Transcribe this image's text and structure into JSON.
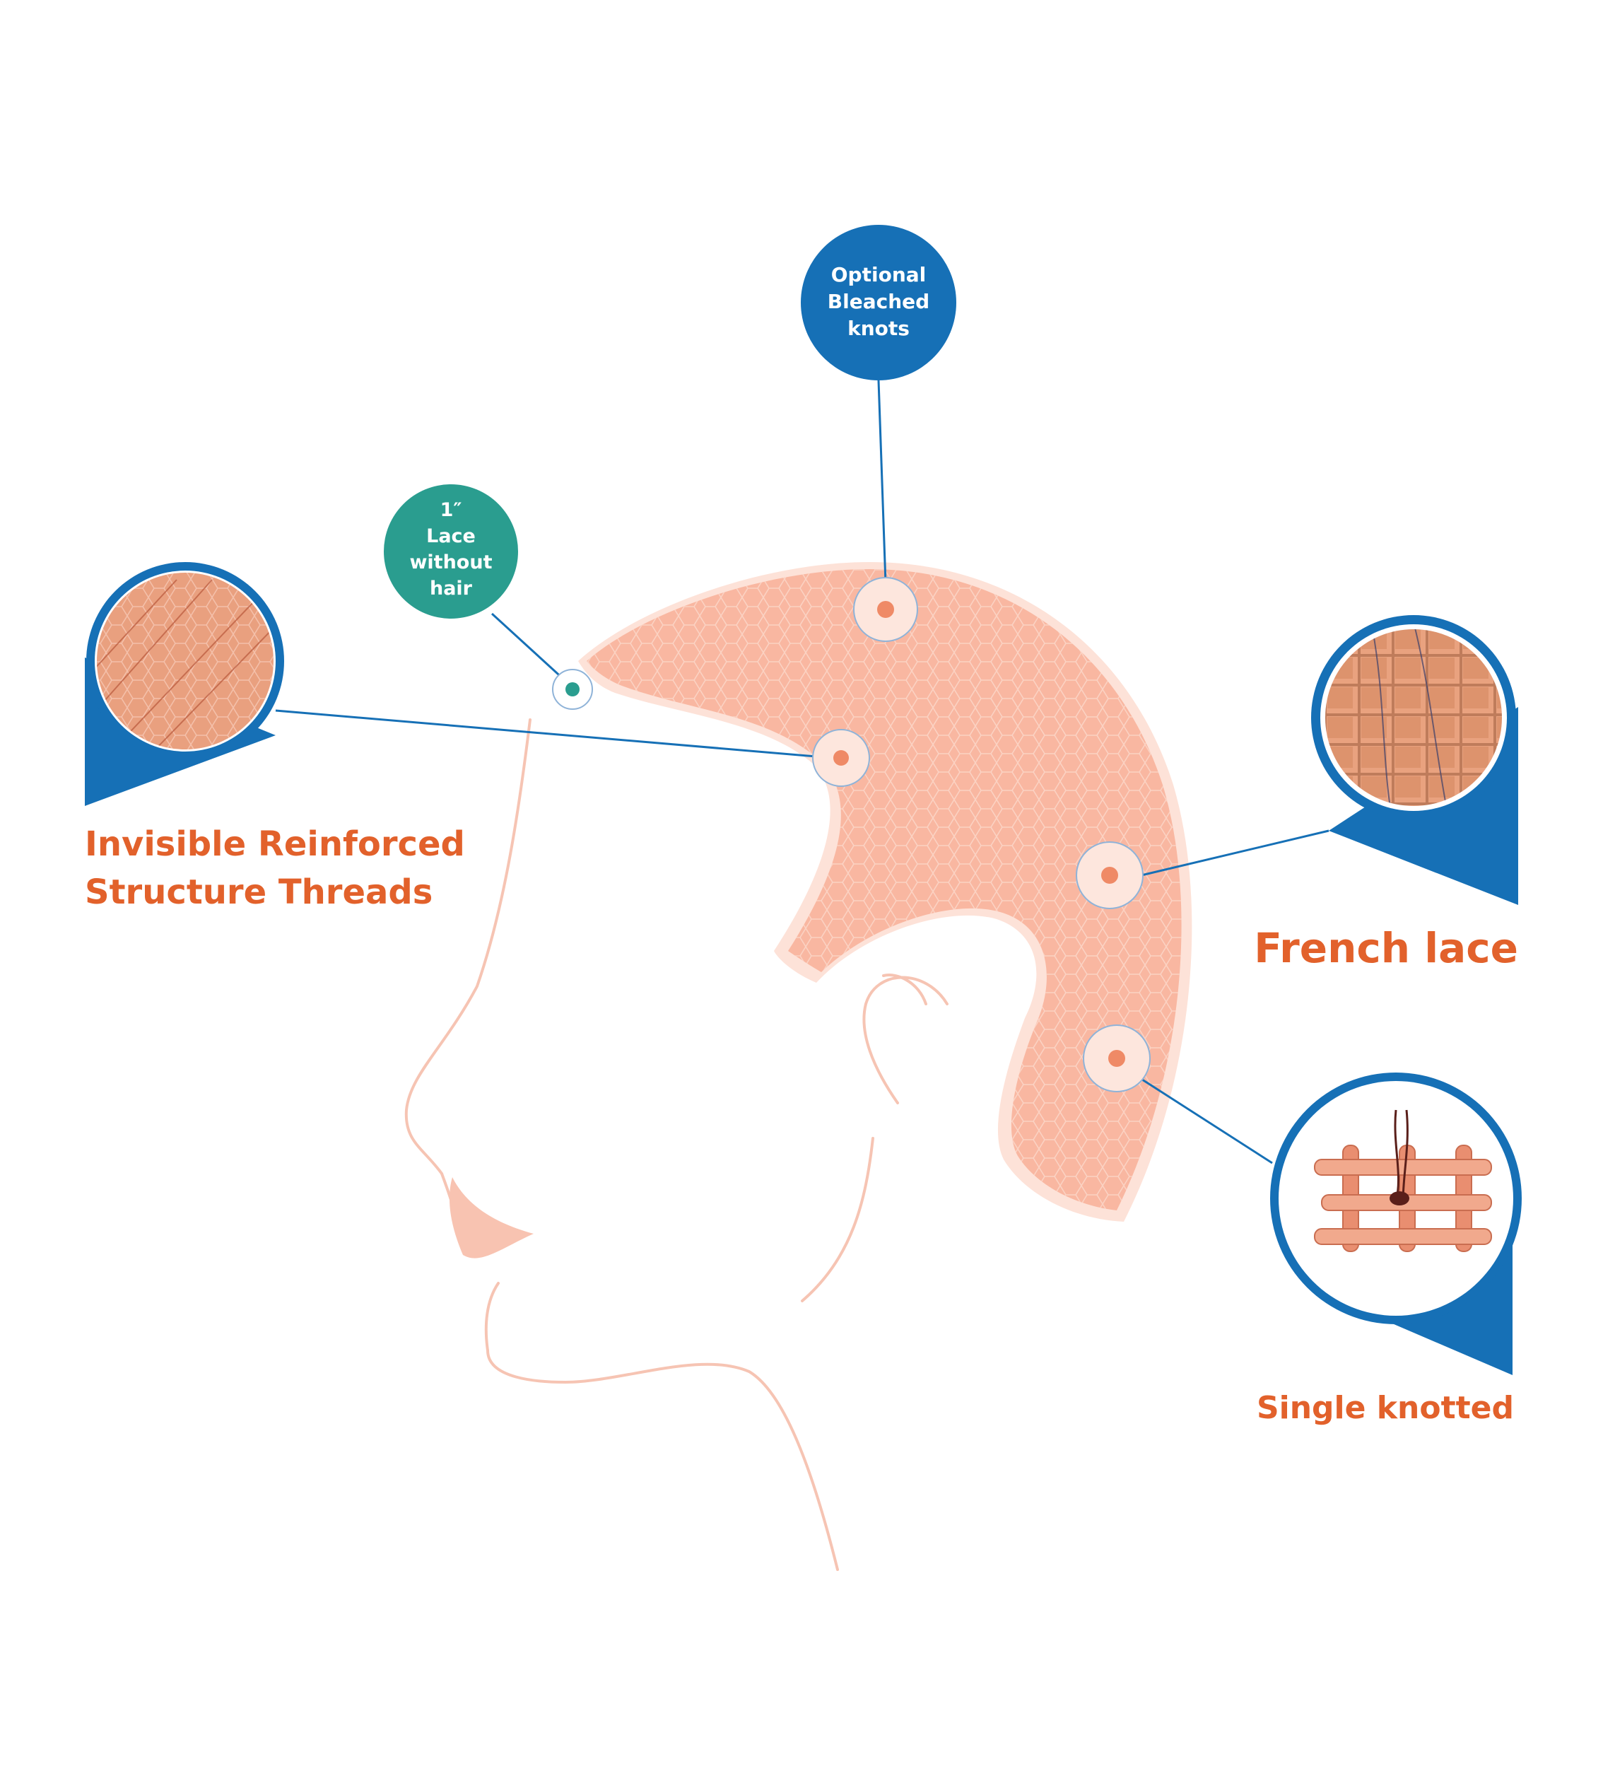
{
  "colors": {
    "accent_blue": "#1670b6",
    "accent_teal": "#2a9d8f",
    "label_orange": "#e2612b",
    "cap_fill": "#f9b7a1",
    "face_line": "#f6c4b3",
    "marker_dot": "#ef8a66"
  },
  "icons": [
    "lace-swatch-magnifier",
    "mesh-grid-magnifier",
    "knot-magnifier"
  ],
  "callouts": {
    "optional_bleached": {
      "lines": [
        "Optional",
        "Bleached",
        "knots"
      ]
    },
    "lace_without_hair": {
      "lines": [
        "1″",
        "Lace",
        "without",
        "hair"
      ]
    },
    "invisible_threads": {
      "lines": [
        "Invisible Reinforced",
        "Structure Threads"
      ]
    },
    "french_lace": {
      "text": "French lace"
    },
    "single_knotted": {
      "text": "Single knotted"
    }
  }
}
